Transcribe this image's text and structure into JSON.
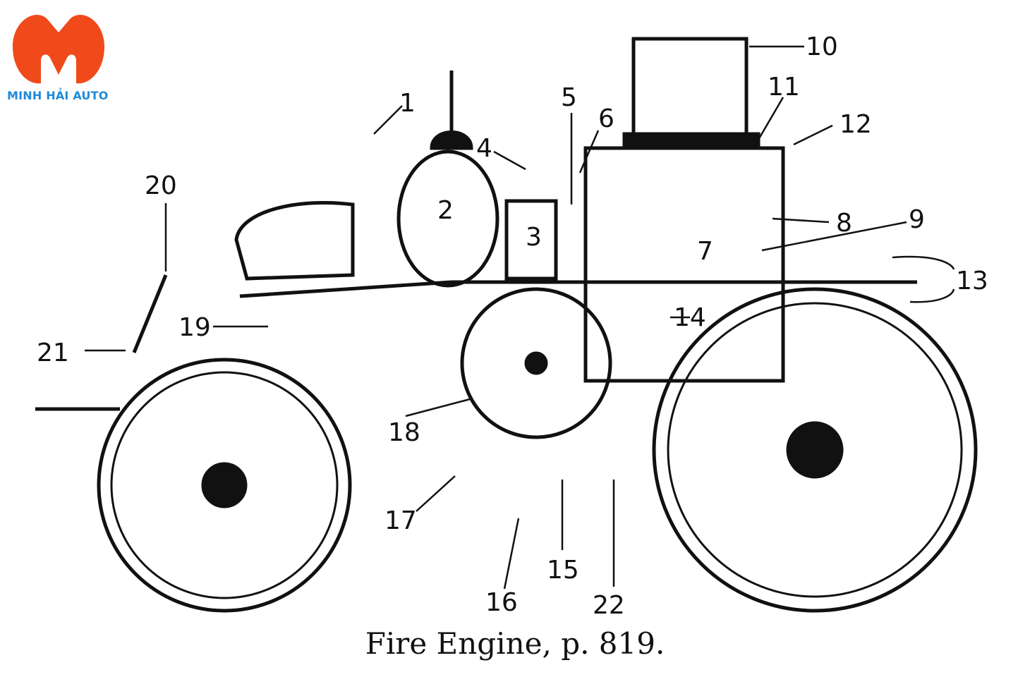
{
  "brand": {
    "name": "MINH HẢI AUTO",
    "accent": "#f04a1a",
    "text_color": "#1f8bd8"
  },
  "caption": "Fire Engine, p. 819.",
  "callouts": [
    "1",
    "2",
    "3",
    "4",
    "5",
    "6",
    "7",
    "8",
    "9",
    "10",
    "11",
    "12",
    "13",
    "14",
    "15",
    "16",
    "17",
    "18",
    "19",
    "20",
    "21",
    "22"
  ]
}
